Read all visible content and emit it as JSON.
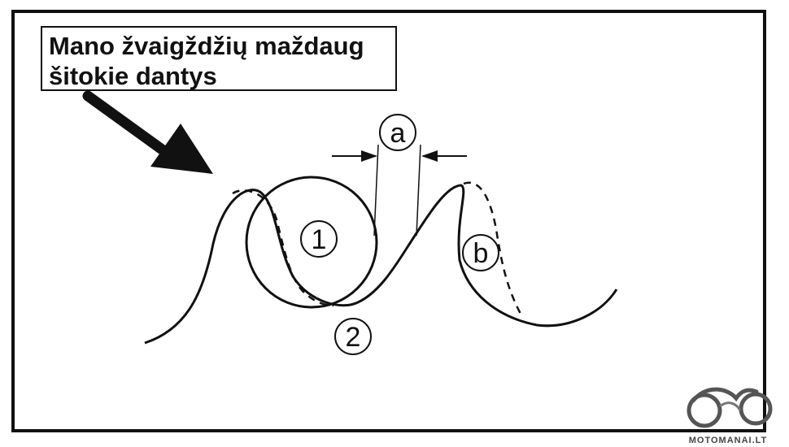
{
  "annotation": {
    "line1": "Mano žvaigždžių maždaug",
    "line2": "šitokie dantys"
  },
  "labels": {
    "a": "a",
    "b": "b",
    "one": "1",
    "two": "2"
  },
  "watermark": {
    "text": "MOTOMANAI.LT",
    "icon": "motorcycle-icon"
  },
  "colors": {
    "ink": "#111111",
    "background": "#ffffff"
  }
}
